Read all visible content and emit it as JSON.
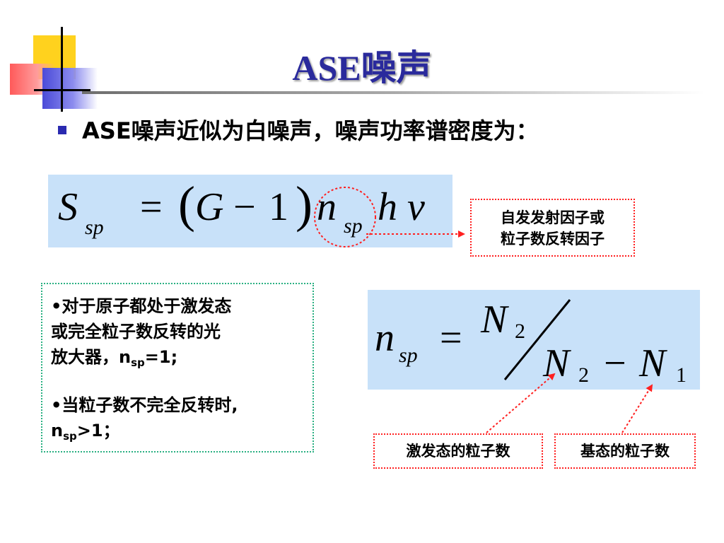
{
  "title": "ASE噪声",
  "bullet": "ASE噪声近似为白噪声，噪声功率谱密度为：",
  "formula1": {
    "S": "S",
    "S_sub": "sp",
    "eq": "=",
    "lparen": "(",
    "G": "G",
    "minus": "−",
    "one": "1",
    "rparen": ")",
    "n": "n",
    "n_sub": "sp",
    "h": "h",
    "nu": "ν"
  },
  "formula2": {
    "n": "n",
    "n_sub": "sp",
    "eq": "=",
    "N": "N",
    "num_sub": "2",
    "den_sub2": "2",
    "minus": "−",
    "den_sub1": "1"
  },
  "callouts": {
    "factor_line1": "自发发射因子或",
    "factor_line2": "粒子数反转因子",
    "excited": "激发态的粒子数",
    "ground": "基态的粒子数"
  },
  "notes": {
    "p1_line1": "•对于原子都处于激发态",
    "p1_line2": "或完全粒子数反转的光",
    "p1_line3_text": "放大器，",
    "p1_var": "n",
    "p1_var_sub": "sp",
    "p1_value": "=1;",
    "p2_line1": "•当粒子数不完全反转时,",
    "p2_var": "n",
    "p2_var_sub": "sp",
    "p2_value": ">1",
    "p2_end": "；"
  },
  "colors": {
    "title": "#2a2a9c",
    "formula_bg": "#c8e1f9",
    "callout_border": "#ff2020",
    "note_border": "#2ab082"
  }
}
